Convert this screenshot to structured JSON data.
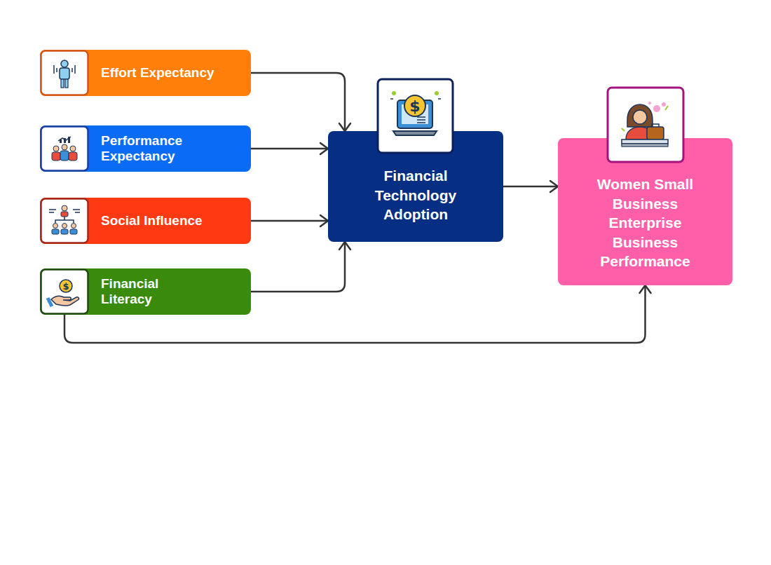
{
  "diagram": {
    "nodes": [
      {
        "text": [
          "Effort Expectancy"
        ]
      },
      {
        "text": [
          "Performance Expectancy"
        ]
      },
      {
        "text": [
          "Social Influence"
        ]
      },
      {
        "text": [
          "Financial Literacy"
        ]
      },
      {
        "text": [
          "Financial Technology Adoption"
        ]
      },
      {
        "text": [
          "Women Small Business Enterprise Business Performance"
        ]
      }
    ],
    "edges": [
      {
        "from": 0,
        "to": 4,
        "arrow": "to"
      },
      {
        "from": 1,
        "to": 4,
        "arrow": "to"
      },
      {
        "from": 2,
        "to": 4,
        "arrow": "to"
      },
      {
        "from": 3,
        "to": 4,
        "arrow": "to"
      },
      {
        "from": 4,
        "to": 5,
        "arrow": "to"
      },
      {
        "from": 3,
        "to": 5,
        "arrow": "to"
      }
    ]
  }
}
